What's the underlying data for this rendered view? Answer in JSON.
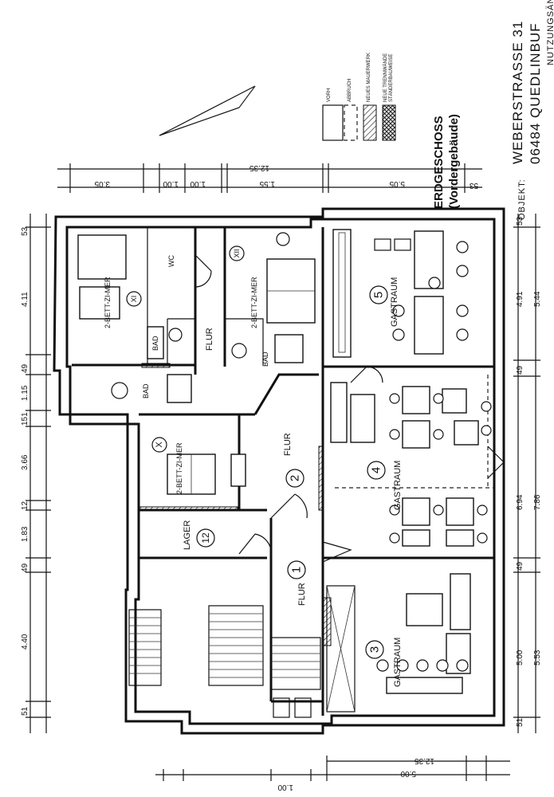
{
  "header": {
    "floor_title": "ERDGESCHOSS",
    "floor_subtitle": "(Vordergebäude)",
    "object_label": "OBJEKT:",
    "address_street": "WEBERSTRASSE 31",
    "address_city": "06484 QUEDLINBUF",
    "cutoff_text": "NUTZUNGSÄNDEI"
  },
  "legend": {
    "items": [
      {
        "label": "VORH"
      },
      {
        "label": "ABBRUCH"
      },
      {
        "label": "NEUES MAUERWERK"
      },
      {
        "label": "NEUE TRENNWÄNDE STÄNDERBAUWEISE"
      }
    ]
  },
  "rooms": {
    "r1": {
      "number": "1",
      "label": "FLUR"
    },
    "r2": {
      "number": "2",
      "label": "FLUR"
    },
    "r3": {
      "number": "3",
      "label": "GASTRAUM"
    },
    "r4": {
      "number": "4",
      "label": "GASTRAUM"
    },
    "r5": {
      "number": "5",
      "label": "GASTRAUM"
    },
    "r12": {
      "number": "12",
      "label": "LAGER"
    },
    "rX": {
      "number": "X",
      "label": "2-BETT-ZI-MER"
    },
    "rXI": {
      "number": "XI",
      "label": "2-BETT-ZI-MER"
    },
    "rXII": {
      "number": "XII",
      "label": "2-BETT-ZI-MER"
    },
    "bad_top_left": {
      "label": "BAD"
    },
    "bad_middle": {
      "label": "BAD"
    },
    "bad_right": {
      "label": "BAD"
    },
    "wc": {
      "label": "WC"
    },
    "flur_top": {
      "label": "FLUR"
    },
    "gastraum_extra": {
      "label": "GASTRAUM"
    }
  },
  "dimensions": {
    "left_chain": [
      "53",
      "4.11",
      "49",
      "1.15",
      "151",
      "3.66",
      "12",
      "1.83",
      "49",
      "4.40",
      "51"
    ],
    "right_chain": [
      "53",
      "4.91",
      "5.44",
      "49",
      "6.94",
      "7.86",
      "49",
      "5.00",
      "5.53",
      "51"
    ],
    "top_chain": [
      "3.05",
      "1.00",
      "1.00",
      "1.55",
      "5.05",
      "53",
      "12.35"
    ],
    "bottom_chain": [
      "5.00",
      "1.00",
      "12.35"
    ]
  }
}
